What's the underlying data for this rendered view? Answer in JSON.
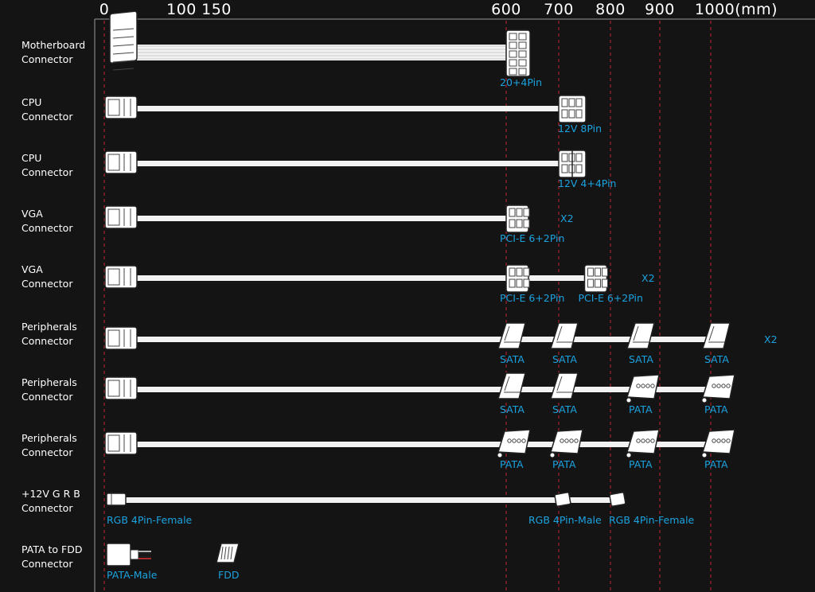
{
  "scale": {
    "labels": [
      "0",
      "100",
      "150",
      "600",
      "700",
      "800",
      "900",
      "1000(mm)"
    ],
    "marks": [
      0,
      100,
      150,
      600,
      700,
      800,
      900,
      1000
    ],
    "gridlines": [
      0,
      600,
      700,
      800,
      900,
      1000
    ]
  },
  "colors": {
    "background": "#141414",
    "frame": "#9a9a9a",
    "gridline": "#c0262f",
    "cable": "#f2f2f2",
    "connector_label": "#1ba3e0",
    "text": "#ffffff"
  },
  "rows": [
    {
      "label": [
        "Motherboard",
        "Connector"
      ],
      "cable_end": 600,
      "thick": true,
      "end_connectors": [
        {
          "at": 600,
          "label": "20+4Pin",
          "icon": "atx-24pin-icon"
        }
      ],
      "multiplier": ""
    },
    {
      "label": [
        "CPU",
        "Connector"
      ],
      "cable_end": 700,
      "thick": false,
      "end_connectors": [
        {
          "at": 700,
          "label": "12V 8Pin",
          "icon": "eps-8pin-icon"
        }
      ],
      "multiplier": ""
    },
    {
      "label": [
        "CPU",
        "Connector"
      ],
      "cable_end": 700,
      "thick": false,
      "end_connectors": [
        {
          "at": 700,
          "label": "12V 4+4Pin",
          "icon": "eps-4plus4-icon"
        }
      ],
      "multiplier": ""
    },
    {
      "label": [
        "VGA",
        "Connector"
      ],
      "cable_end": 600,
      "thick": false,
      "end_connectors": [
        {
          "at": 600,
          "label": "PCI-E 6+2Pin",
          "icon": "pcie-6plus2-icon"
        }
      ],
      "multiplier": "X2"
    },
    {
      "label": [
        "VGA",
        "Connector"
      ],
      "cable_end": 750,
      "thick": false,
      "end_connectors": [
        {
          "at": 600,
          "label": "PCI-E 6+2Pin",
          "icon": "pcie-6plus2-icon"
        },
        {
          "at": 750,
          "label": "PCI-E 6+2Pin",
          "icon": "pcie-6plus2-icon"
        }
      ],
      "multiplier": "X2"
    },
    {
      "label": [
        "Peripherals",
        "Connector"
      ],
      "cable_end": 1000,
      "thick": false,
      "end_connectors": [
        {
          "at": 600,
          "label": "SATA",
          "icon": "sata-icon"
        },
        {
          "at": 700,
          "label": "SATA",
          "icon": "sata-icon"
        },
        {
          "at": 850,
          "label": "SATA",
          "icon": "sata-icon"
        },
        {
          "at": 1000,
          "label": "SATA",
          "icon": "sata-icon"
        }
      ],
      "multiplier": "X2"
    },
    {
      "label": [
        "Peripherals",
        "Connector"
      ],
      "cable_end": 1000,
      "thick": false,
      "end_connectors": [
        {
          "at": 600,
          "label": "SATA",
          "icon": "sata-icon"
        },
        {
          "at": 700,
          "label": "SATA",
          "icon": "sata-icon"
        },
        {
          "at": 850,
          "label": "PATA",
          "icon": "pata-icon"
        },
        {
          "at": 1000,
          "label": "PATA",
          "icon": "pata-icon"
        }
      ],
      "multiplier": ""
    },
    {
      "label": [
        "Peripherals",
        "Connector"
      ],
      "cable_end": 1000,
      "thick": false,
      "end_connectors": [
        {
          "at": 600,
          "label": "PATA",
          "icon": "pata-icon"
        },
        {
          "at": 700,
          "label": "PATA",
          "icon": "pata-icon"
        },
        {
          "at": 850,
          "label": "PATA",
          "icon": "pata-icon"
        },
        {
          "at": 1000,
          "label": "PATA",
          "icon": "pata-icon"
        }
      ],
      "multiplier": ""
    },
    {
      "label": [
        "+12V G R B",
        "Connector"
      ],
      "cable_end": 800,
      "thick": false,
      "start_label": "RGB 4Pin-Female",
      "end_connectors": [
        {
          "at": 700,
          "label": "RGB 4Pin-Male",
          "icon": "rgb-4pin-male-icon"
        },
        {
          "at": 800,
          "label": "RGB 4Pin-Female",
          "icon": "rgb-4pin-female-icon"
        }
      ],
      "multiplier": ""
    },
    {
      "label": [
        "PATA to FDD",
        "Connector"
      ],
      "cable_end": 150,
      "thick": false,
      "start_label": "PATA-Male",
      "end_connectors": [
        {
          "at": 150,
          "label": "FDD",
          "icon": "fdd-icon"
        }
      ],
      "multiplier": ""
    }
  ]
}
